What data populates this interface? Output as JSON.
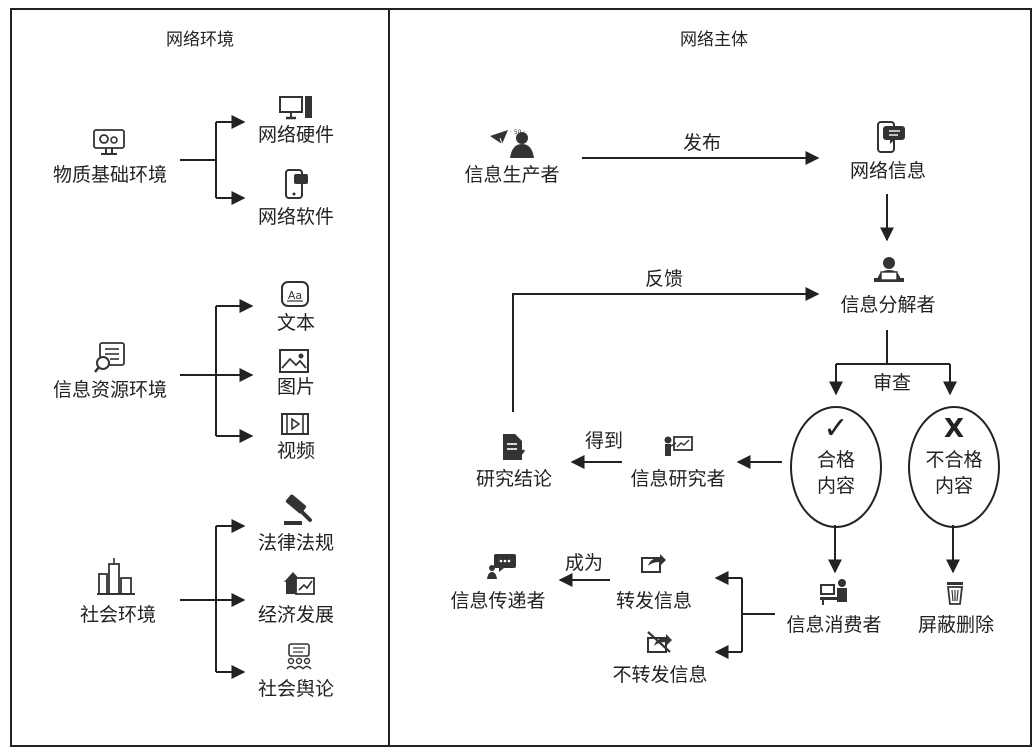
{
  "left_panel": {
    "title": "网络环境",
    "groups": [
      {
        "label": "物质基础环境",
        "items": [
          "网络硬件",
          "网络软件"
        ]
      },
      {
        "label": "信息资源环境",
        "items": [
          "文本",
          "图片",
          "视频"
        ]
      },
      {
        "label": "社会环境",
        "items": [
          "法律法规",
          "经济发展",
          "社会舆论"
        ]
      }
    ]
  },
  "right_panel": {
    "title": "网络主体",
    "nodes": {
      "producer": "信息生产者",
      "network_info": "网络信息",
      "decomposer": "信息分解者",
      "qualified_line1": "合格",
      "qualified_line2": "内容",
      "unqualified_line1": "不合格",
      "unqualified_line2": "内容",
      "researcher": "信息研究者",
      "conclusion": "研究结论",
      "consumer": "信息消费者",
      "block_delete": "屏蔽删除",
      "forward": "转发信息",
      "not_forward": "不转发信息",
      "transmitter": "信息传递者"
    },
    "edges": {
      "publish": "发布",
      "feedback": "反馈",
      "review": "审查",
      "obtain": "得到",
      "become": "成为"
    },
    "marks": {
      "check": "✓",
      "cross": "X"
    }
  }
}
